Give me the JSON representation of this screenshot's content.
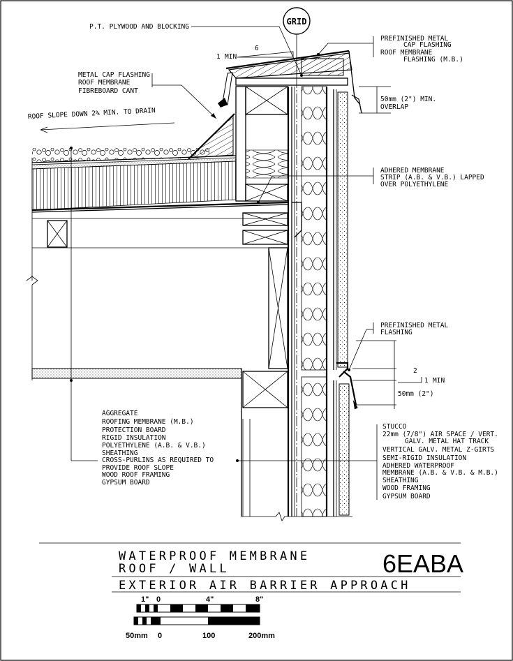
{
  "grid_tag": "GRID",
  "slope_note": {
    "rise": "1",
    "run": "6",
    "suffix": "MIN"
  },
  "lower_slope": {
    "run": "2",
    "rise": "1",
    "suffix": "MIN"
  },
  "callouts": {
    "pt_plywood": "P.T. PLYWOOD AND BLOCKING",
    "cap_flash_left": [
      "METAL CAP FLASHING",
      "ROOF MEMBRANE",
      "FIBREBOARD CANT"
    ],
    "roof_slope": "ROOF SLOPE DOWN 2% MIN. TO DRAIN",
    "prefinished_cap": [
      "PREFINISHED METAL",
      "CAP FLASHING",
      "ROOF MEMBRANE",
      "FLASHING (M.B.)"
    ],
    "overlap": [
      "50mm (2\") MIN.",
      "OVERLAP"
    ],
    "adhered_strip": [
      "ADHERED MEMBRANE",
      "STRIP (A.B. & V.B.) LAPPED",
      "OVER POLYETHYLENE"
    ],
    "prefinished_flash": [
      "PREFINISHED METAL",
      "FLASHING"
    ],
    "dim_50": "50mm (2\")",
    "roof_layers": [
      "AGGREGATE",
      "ROOFING MEMBRANE (M.B.)",
      "PROTECTION BOARD",
      "RIGID INSULATION",
      "POLYETHYLENE (A.B. & V.B.)",
      "SHEATHING",
      "CROSS-PURLINS AS REQUIRED TO",
      "PROVIDE ROOF SLOPE",
      "WOOD ROOF FRAMING",
      "GYPSUM BOARD"
    ],
    "wall_layers": [
      "STUCCO",
      "22mm (7/8\") AIR SPACE / VERT.",
      "GALV. METAL HAT TRACK",
      "VERTICAL GALV. METAL Z-GIRTS",
      "SEMI-RIGID INSULATION",
      "ADHERED WATERPROOF",
      "MEMBRANE (A.B. & V.B. & M.B.)",
      "SHEATHING",
      "WOOD FRAMING",
      "GYPSUM BOARD"
    ]
  },
  "title": {
    "line1": "WATERPROOF MEMBRANE",
    "line2": "ROOF / WALL",
    "code": "6EABA",
    "subtitle": "EXTERIOR AIR BARRIER APPROACH"
  },
  "scales": {
    "imperial": {
      "left": "1\"",
      "zero": "0",
      "mid": "4\"",
      "end": "8\""
    },
    "metric": {
      "left": "50mm",
      "zero": "0",
      "mid": "100",
      "end": "200mm"
    }
  }
}
